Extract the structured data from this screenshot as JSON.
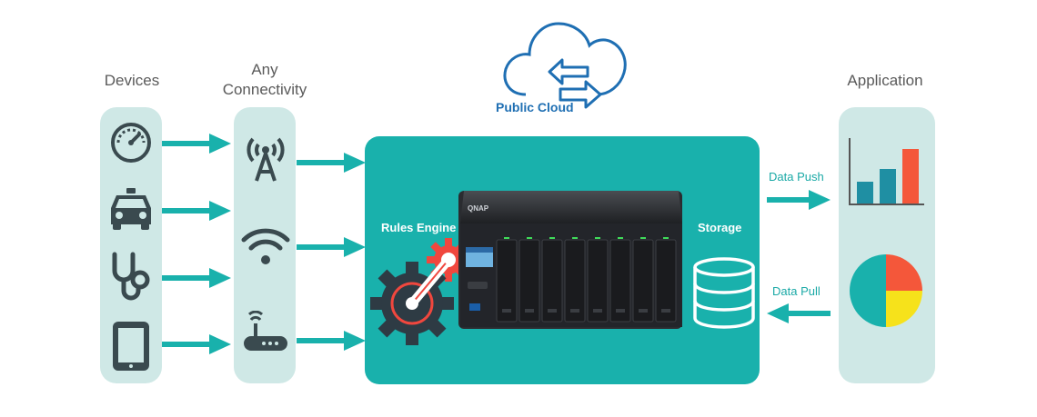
{
  "columns": {
    "devices": {
      "title": "Devices"
    },
    "connectivity": {
      "title_line1": "Any",
      "title_line2": "Connectivity"
    },
    "application": {
      "title": "Application"
    }
  },
  "cloud": {
    "label": "Public Cloud"
  },
  "hub": {
    "rules_engine_label": "Rules Engine",
    "storage_label": "Storage",
    "nas_brand": "QNAP"
  },
  "flows": {
    "push_label": "Data Push",
    "pull_label": "Data Pull"
  },
  "device_icons": [
    "speedometer-icon",
    "car-icon",
    "stethoscope-icon",
    "tablet-icon"
  ],
  "connectivity_icons": [
    "antenna-icon",
    "wifi-icon",
    "router-icon"
  ],
  "colors": {
    "teal": "#19b1ac",
    "panel": "#cfe8e6",
    "cloud_blue": "#1f6fb3",
    "icon_dark": "#3a4a4f",
    "bar_teal": "#1f8fa3",
    "bar_red": "#f4573a",
    "pie_yellow": "#f6e21b"
  },
  "app_chart": {
    "type": "bar",
    "values": [
      1.0,
      1.55,
      2.7
    ]
  },
  "app_pie": {
    "type": "pie",
    "slices": [
      0.5,
      0.25,
      0.25
    ]
  }
}
